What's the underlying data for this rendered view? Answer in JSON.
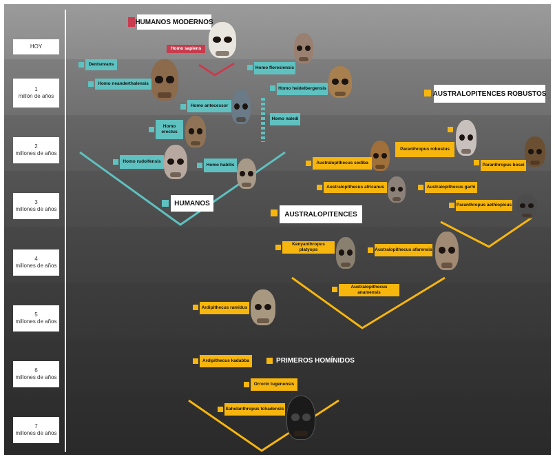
{
  "timeline": [
    {
      "line1": "HOY",
      "line2": ""
    },
    {
      "line1": "1",
      "line2": "millón de años"
    },
    {
      "line1": "2",
      "line2": "millones de años"
    },
    {
      "line1": "3",
      "line2": "millones de años"
    },
    {
      "line1": "4",
      "line2": "millones de años"
    },
    {
      "line1": "5",
      "line2": "millones de años"
    },
    {
      "line1": "6",
      "line2": "millones de años"
    },
    {
      "line1": "7",
      "line2": "millones de años"
    }
  ],
  "headings": {
    "modern": "HUMANOS MODERNOS",
    "robust": "AUSTRALOPITENCES  ROBUSTOS",
    "humans": "HUMANOS",
    "australo": "AUSTRALOPITENCES",
    "first": "PRIMEROS HOMÍNIDOS"
  },
  "species": {
    "sapiens": "Homo sapiens",
    "denisovans": "Denisovans",
    "neanderthalensis": "Homo neanderthalensis",
    "floresiensis": "Homo floresiensis",
    "heidelbergensis": "Homo heidelbergensis",
    "antecessor": "Homo antecessor",
    "naledi": "Homo naledi",
    "erectus_1": "Homo",
    "erectus_2": "erectus",
    "rudolfensis": "Homo rudolfensis",
    "habilis": "Homo habilis",
    "sediba": "Australopithecus sediba",
    "robustus": "Paranthropus robustus",
    "boisei": "Paranthropus bosei",
    "africanus": "Australopithecus africanus",
    "garhi": "Australopithecus garhi",
    "aethiopicus": "Paranthropus aethiopicus",
    "platyops": "Kenyanthropus platyops",
    "afarensis": "Australopithecus afarensis",
    "anamensis": "Australopithecus anamensis",
    "ramidus": "Ardipithecus ramidus",
    "kadabba": "Ardipithecus kadabba",
    "tugenensis": "Orrorin tugenensis",
    "tchadensis": "Sahelanthropus tchadensis"
  },
  "colors": {
    "teal": "#5fc1c0",
    "amber": "#f7b60e",
    "red": "#c73c4e"
  }
}
